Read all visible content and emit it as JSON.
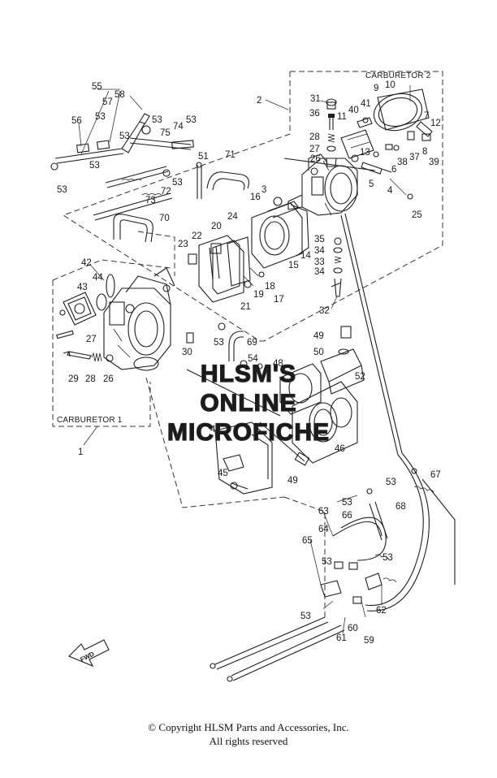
{
  "groups": {
    "carb2": "CARBURETOR 2",
    "carb1": "CARBURETOR 1"
  },
  "watermark": [
    "HLSM'S",
    "ONLINE",
    "MICROFICHE"
  ],
  "fwd_label": "FWD",
  "parts": [
    "1",
    "2",
    "3",
    "4",
    "5",
    "6",
    "7",
    "8",
    "9",
    "10",
    "11",
    "12",
    "13",
    "14",
    "15",
    "16",
    "17",
    "18",
    "19",
    "20",
    "21",
    "22",
    "23",
    "24",
    "25",
    "26",
    "27",
    "28",
    "29",
    "30",
    "31",
    "32",
    "33",
    "34",
    "35",
    "36",
    "37",
    "38",
    "39",
    "40",
    "41",
    "42",
    "43",
    "44",
    "45",
    "46",
    "47",
    "48",
    "49",
    "50",
    "51",
    "52",
    "53",
    "54",
    "55",
    "56",
    "57",
    "58",
    "59",
    "60",
    "61",
    "62",
    "63",
    "64",
    "65",
    "66",
    "67",
    "68",
    "69",
    "70",
    "71",
    "72",
    "73",
    "74",
    "75"
  ],
  "repeat_labels": {
    "p26b": "26",
    "p27b": "27",
    "p28b": "28",
    "p29b": "29",
    "p33b": "33",
    "p34b": "34",
    "p49b": "49",
    "p53b": "53",
    "p53c": "53",
    "p53d": "53",
    "p53e": "53",
    "p53f": "53",
    "p53g": "53",
    "p53h": "53",
    "p53i": "53",
    "p53j": "53",
    "p53k": "53",
    "p53l": "53",
    "p53m": "53",
    "p53n": "53",
    "p53o": "53"
  },
  "footer": {
    "line1": "© Copyright HLSM Parts and Accessories, Inc.",
    "line2": "All rights reserved"
  }
}
